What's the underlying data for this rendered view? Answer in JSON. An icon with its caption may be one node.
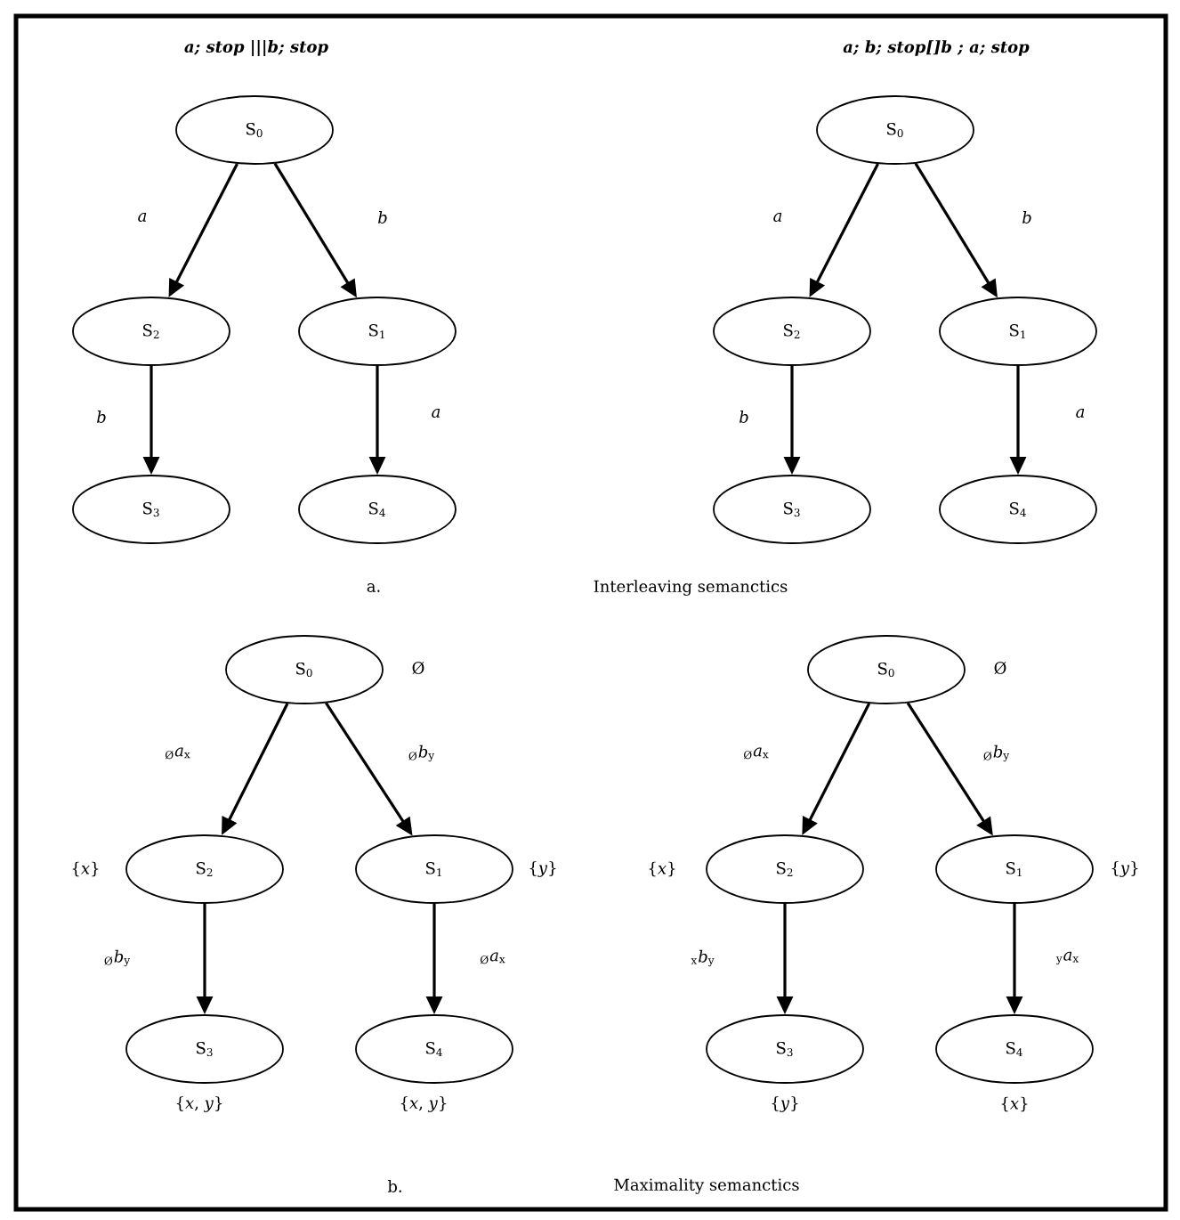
{
  "diagram": {
    "nodes": [
      {
        "text": [
          "S$_{0}$"
        ]
      },
      {
        "text": [
          "S$_{2}$"
        ]
      },
      {
        "text": [
          "S$_{1}$"
        ]
      },
      {
        "text": [
          "S$_{3}$"
        ]
      },
      {
        "text": [
          "S$_{4}$"
        ]
      },
      {
        "text": [
          "S$_{0}$"
        ]
      },
      {
        "text": [
          "S$_{2}$"
        ]
      },
      {
        "text": [
          "S$_{1}$"
        ]
      },
      {
        "text": [
          "S$_{3}$"
        ]
      },
      {
        "text": [
          "S$_{4}$"
        ]
      },
      {
        "text": [
          "S$_{0}$"
        ],
        "beside": [
          "Ø"
        ]
      },
      {
        "text": [
          "S$_{2}$"
        ],
        "beside": [
          "{*x*}"
        ]
      },
      {
        "text": [
          "S$_{1}$"
        ],
        "beside": [
          "{*y*}"
        ]
      },
      {
        "text": [
          "S$_{3}$"
        ],
        "beside": [
          "{*x*, *y*}"
        ]
      },
      {
        "text": [
          "S$_{4}$"
        ],
        "beside": [
          "{*x*, *y*}"
        ]
      },
      {
        "text": [
          "S$_{0}$"
        ],
        "beside": [
          "Ø"
        ]
      },
      {
        "text": [
          "S$_{2}$"
        ],
        "beside": [
          "{*x*}"
        ]
      },
      {
        "text": [
          "S$_{1}$"
        ],
        "beside": [
          "{*y*}"
        ]
      },
      {
        "text": [
          "S$_{3}$"
        ],
        "beside": [
          "{*y*}"
        ]
      },
      {
        "text": [
          "S$_{4}$"
        ],
        "beside": [
          "{*x*}"
        ]
      }
    ],
    "edges": [
      {
        "from": 0,
        "to": 1,
        "arrow": "to",
        "label": "*a*"
      },
      {
        "from": 0,
        "to": 2,
        "arrow": "to",
        "label": "*b*"
      },
      {
        "from": 1,
        "to": 3,
        "arrow": "to",
        "label": "*b*"
      },
      {
        "from": 2,
        "to": 4,
        "arrow": "to",
        "label": "*a*"
      },
      {
        "from": 5,
        "to": 6,
        "arrow": "to",
        "label": "*a*"
      },
      {
        "from": 5,
        "to": 7,
        "arrow": "to",
        "label": "*b*"
      },
      {
        "from": 6,
        "to": 8,
        "arrow": "to",
        "label": "*b*"
      },
      {
        "from": 7,
        "to": 9,
        "arrow": "to",
        "label": "*a*"
      },
      {
        "from": 10,
        "to": 11,
        "arrow": "to",
        "label": "$_{Ø}$*a*$_{x}$"
      },
      {
        "from": 10,
        "to": 12,
        "arrow": "to",
        "label": "$_{Ø}$*b*$_{y}$"
      },
      {
        "from": 11,
        "to": 13,
        "arrow": "to",
        "label": "$_{Ø}$*b*$_{y}$"
      },
      {
        "from": 12,
        "to": 14,
        "arrow": "to",
        "label": "$_{Ø}$*a*$_{x}$"
      },
      {
        "from": 15,
        "to": 16,
        "arrow": "to",
        "label": "$_{Ø}$*a*$_{x}$"
      },
      {
        "from": 15,
        "to": 17,
        "arrow": "to",
        "label": "$_{Ø}$*b*$_{y}$"
      },
      {
        "from": 16,
        "to": 18,
        "arrow": "to",
        "label": "$_{x}$*b*$_{y}$"
      },
      {
        "from": 17,
        "to": 19,
        "arrow": "to",
        "label": "$_{y}$*a*$_{x}$"
      }
    ],
    "labels": [
      "a; stop |||b; stop",
      "a; b; stop[]b ; a; stop",
      "a.",
      "Interleaving semanctics",
      "b.",
      "Maximality semanctics"
    ]
  }
}
